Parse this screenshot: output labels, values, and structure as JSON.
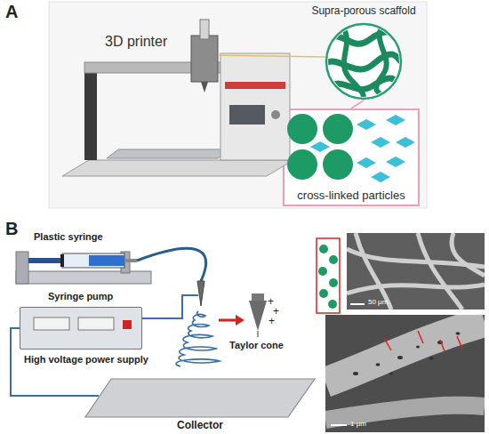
{
  "diagram": {
    "nodes": [
      {
        "text": [
          "Supra-porous scaffold"
        ]
      },
      {
        "text": [
          "cross-linked particles"
        ]
      },
      {
        "text": [
          "Syringe pump"
        ]
      },
      {
        "text": [
          "High voltage power supply"
        ]
      },
      {
        "text": [
          "Collector"
        ]
      }
    ],
    "edges": [
      {
        "from": 0,
        "to": 1,
        "arrow": "none"
      },
      {
        "from": 3,
        "to": 4,
        "arrow": "none"
      }
    ],
    "labels": [
      "A",
      "3D printer",
      "B",
      "Plastic syringe",
      "Taylor cone",
      "+",
      "+",
      "+",
      "50 µm",
      "1 µm"
    ]
  }
}
